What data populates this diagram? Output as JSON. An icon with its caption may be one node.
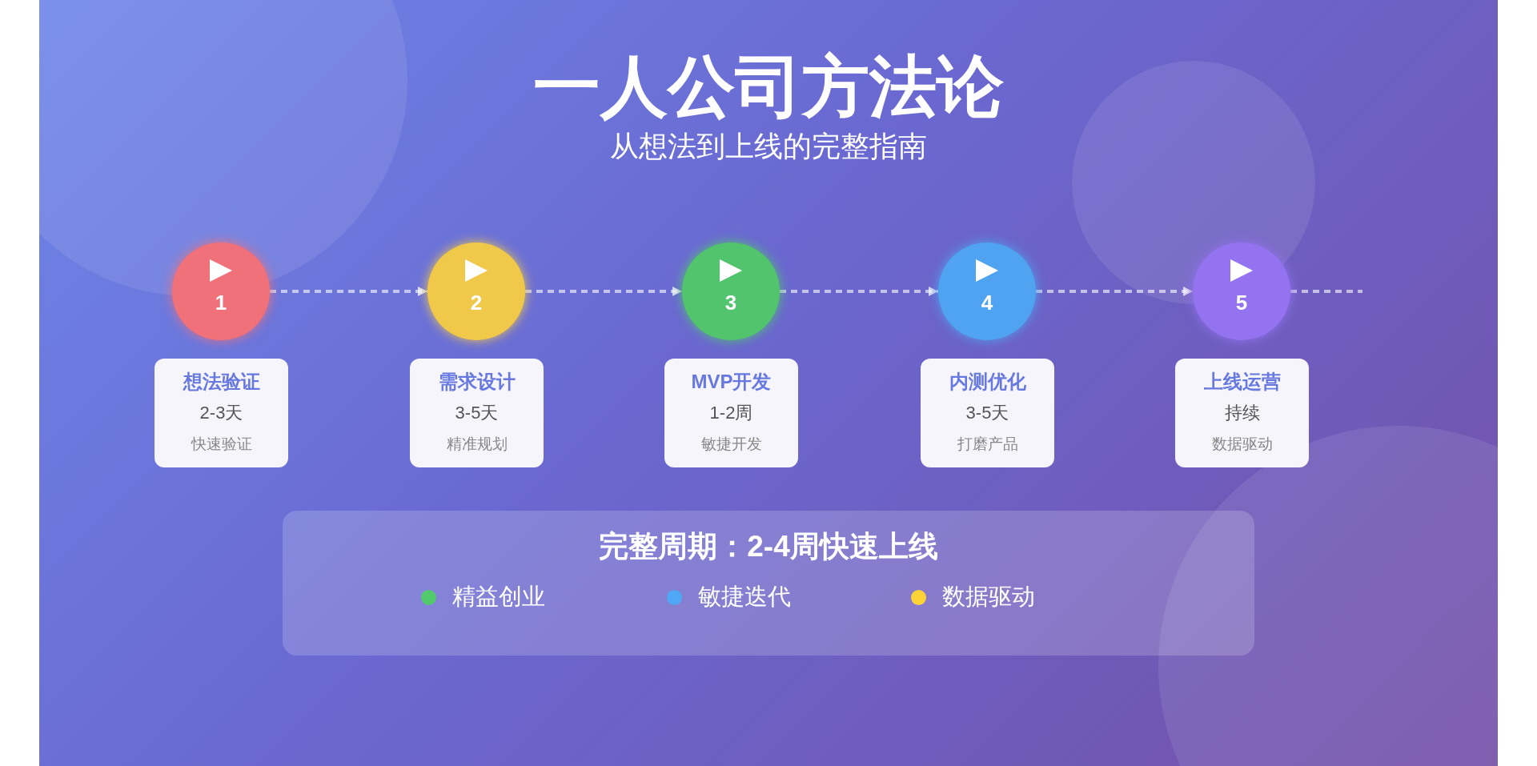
{
  "diagram": {
    "title": "一人公司方法论",
    "nodes": [
      {
        "text": [
          "1"
        ]
      },
      {
        "text": [
          "2"
        ]
      },
      {
        "text": [
          "3"
        ]
      },
      {
        "text": [
          "4"
        ]
      },
      {
        "text": [
          "5"
        ]
      },
      {
        "text": [
          "想法验证",
          "2-3天",
          "快速验证"
        ]
      },
      {
        "text": [
          "需求设计",
          "3-5天",
          "精准规划"
        ]
      },
      {
        "text": [
          "MVP开发",
          "1-2周",
          "敏捷开发"
        ]
      },
      {
        "text": [
          "内测优化",
          "3-5天",
          "打磨产品"
        ]
      },
      {
        "text": [
          "上线运营",
          "持续",
          "数据驱动"
        ]
      },
      {
        "text": [
          "完整周期：2-4周快速上线"
        ]
      }
    ],
    "edges": [
      {
        "from": 0,
        "to": 1,
        "arrow": "to",
        "style": "dashed"
      },
      {
        "from": 1,
        "to": 2,
        "arrow": "to",
        "style": "dashed"
      },
      {
        "from": 2,
        "to": 3,
        "arrow": "to",
        "style": "dashed"
      },
      {
        "from": 3,
        "to": 4,
        "arrow": "to",
        "style": "dashed"
      },
      {
        "from": 4,
        "to": null,
        "arrow": "none",
        "style": "dashed"
      }
    ],
    "labels": [
      "从想法到上线的完整指南"
    ],
    "legend": [
      {
        "text": "精益创业",
        "color": "#52c96a"
      },
      {
        "text": "敏捷迭代",
        "color": "#4ea8f5"
      },
      {
        "text": "数据驱动",
        "color": "#fdd335"
      }
    ]
  }
}
